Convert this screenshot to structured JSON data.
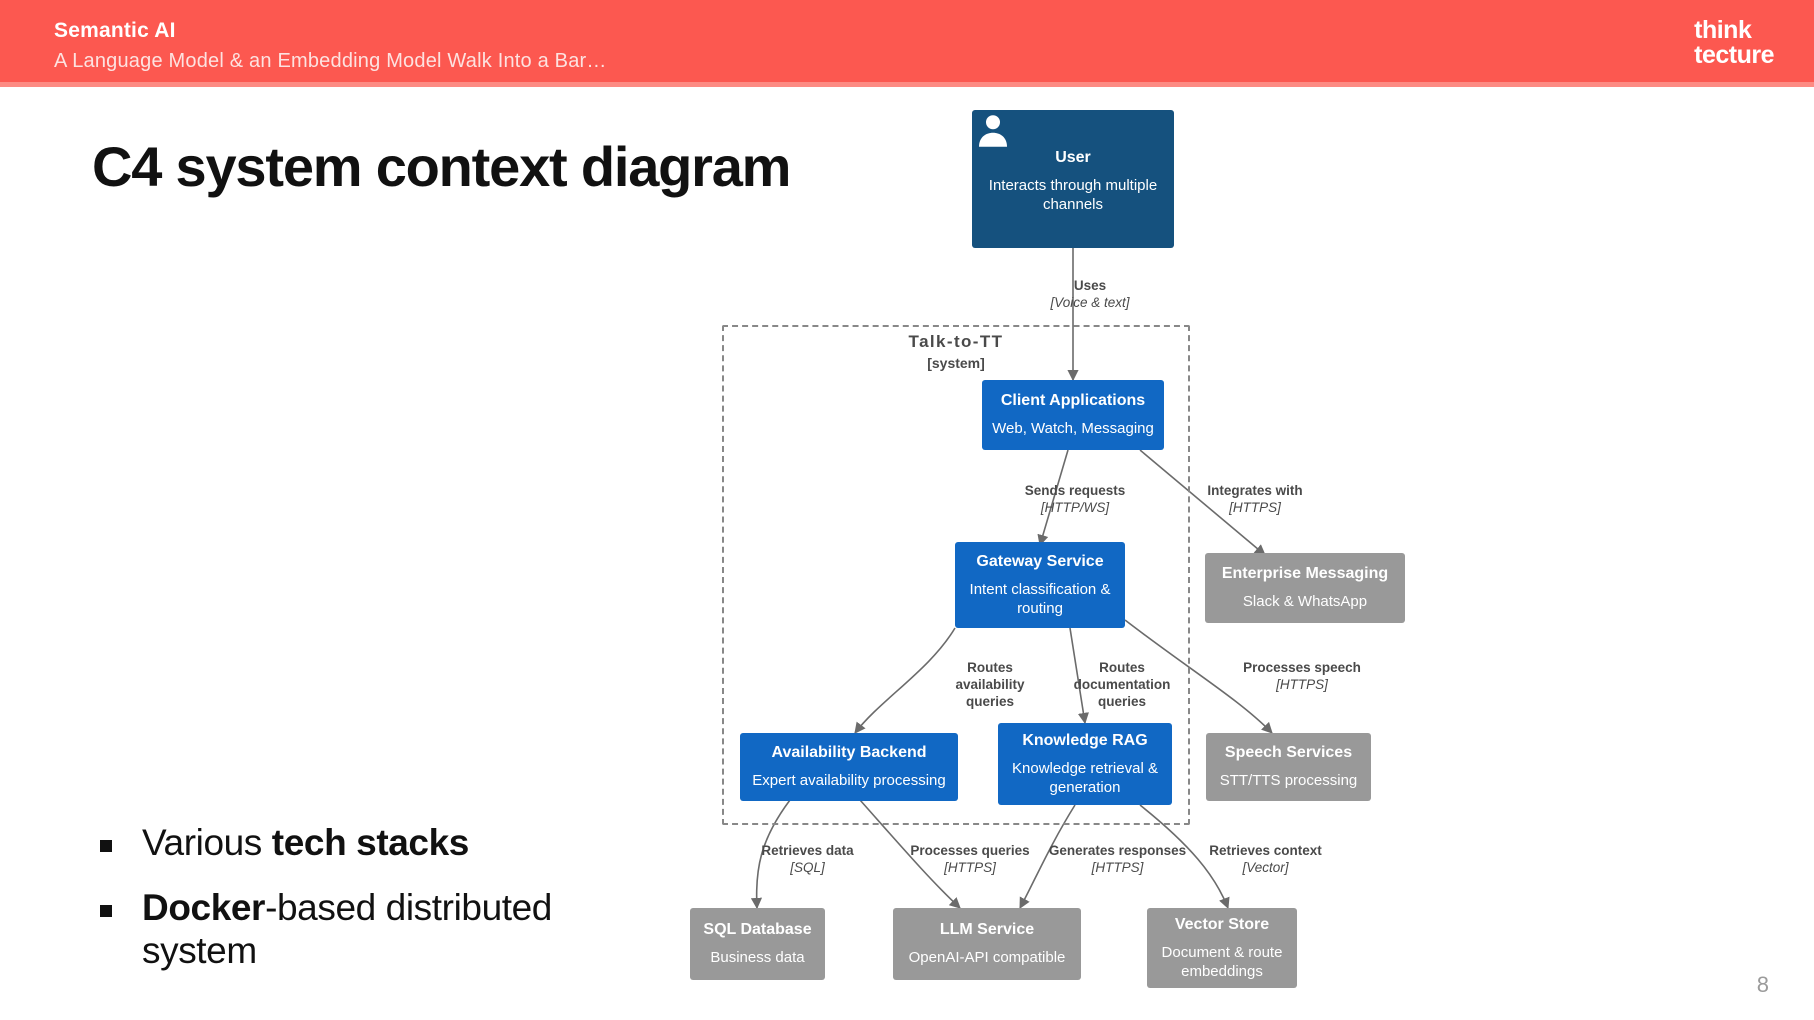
{
  "header": {
    "title": "Semantic AI",
    "subtitle": "A Language Model & an Embedding Model Walk Into a Bar…",
    "logo_line1": "think",
    "logo_line2": "tecture",
    "bar_color": "#fc5850"
  },
  "slide": {
    "title": "C4 system context diagram",
    "page_number": "8",
    "bullets": [
      {
        "prefix": "Various ",
        "strong": "tech stacks",
        "suffix": ""
      },
      {
        "prefix": "",
        "strong": "Docker",
        "suffix": "-based distributed system"
      }
    ]
  },
  "diagram": {
    "type": "c4-system-context",
    "boundary": {
      "name": "Talk-to-TT",
      "type": "[system]"
    },
    "colors": {
      "person": "#15517e",
      "internal": "#1168c4",
      "external": "#999999",
      "edge": "#6b6b6b"
    },
    "nodes": [
      {
        "id": "user",
        "title": "User",
        "desc": "Interacts through multiple channels",
        "kind": "person",
        "icon": "person-icon"
      },
      {
        "id": "client",
        "title": "Client Applications",
        "desc": "Web, Watch, Messaging",
        "kind": "internal"
      },
      {
        "id": "gateway",
        "title": "Gateway Service",
        "desc": "Intent classification & routing",
        "kind": "internal"
      },
      {
        "id": "messaging",
        "title": "Enterprise Messaging",
        "desc": "Slack & WhatsApp",
        "kind": "external"
      },
      {
        "id": "availability",
        "title": "Availability Backend",
        "desc": "Expert availability processing",
        "kind": "internal"
      },
      {
        "id": "rag",
        "title": "Knowledge RAG",
        "desc": "Knowledge retrieval & generation",
        "kind": "internal"
      },
      {
        "id": "speech",
        "title": "Speech Services",
        "desc": "STT/TTS processing",
        "kind": "external"
      },
      {
        "id": "sql",
        "title": "SQL Database",
        "desc": "Business data",
        "kind": "external"
      },
      {
        "id": "llm",
        "title": "LLM Service",
        "desc": "OpenAI-API compatible",
        "kind": "external"
      },
      {
        "id": "vector",
        "title": "Vector Store",
        "desc": "Document & route embeddings",
        "kind": "external"
      }
    ],
    "edges": [
      {
        "from": "user",
        "to": "client",
        "label": "Uses",
        "tech": "[Voice & text]"
      },
      {
        "from": "client",
        "to": "gateway",
        "label": "Sends requests",
        "tech": "[HTTP/WS]"
      },
      {
        "from": "client",
        "to": "messaging",
        "label": "Integrates with",
        "tech": "[HTTPS]"
      },
      {
        "from": "gateway",
        "to": "availability",
        "label": "Routes availability queries",
        "tech": ""
      },
      {
        "from": "gateway",
        "to": "rag",
        "label": "Routes documentation queries",
        "tech": ""
      },
      {
        "from": "gateway",
        "to": "speech",
        "label": "Processes speech",
        "tech": "[HTTPS]"
      },
      {
        "from": "availability",
        "to": "sql",
        "label": "Retrieves data",
        "tech": "[SQL]"
      },
      {
        "from": "availability",
        "to": "llm",
        "label": "Processes queries",
        "tech": "[HTTPS]"
      },
      {
        "from": "rag",
        "to": "llm",
        "label": "Generates responses",
        "tech": "[HTTPS]"
      },
      {
        "from": "rag",
        "to": "vector",
        "label": "Retrieves context",
        "tech": "[Vector]"
      }
    ]
  }
}
